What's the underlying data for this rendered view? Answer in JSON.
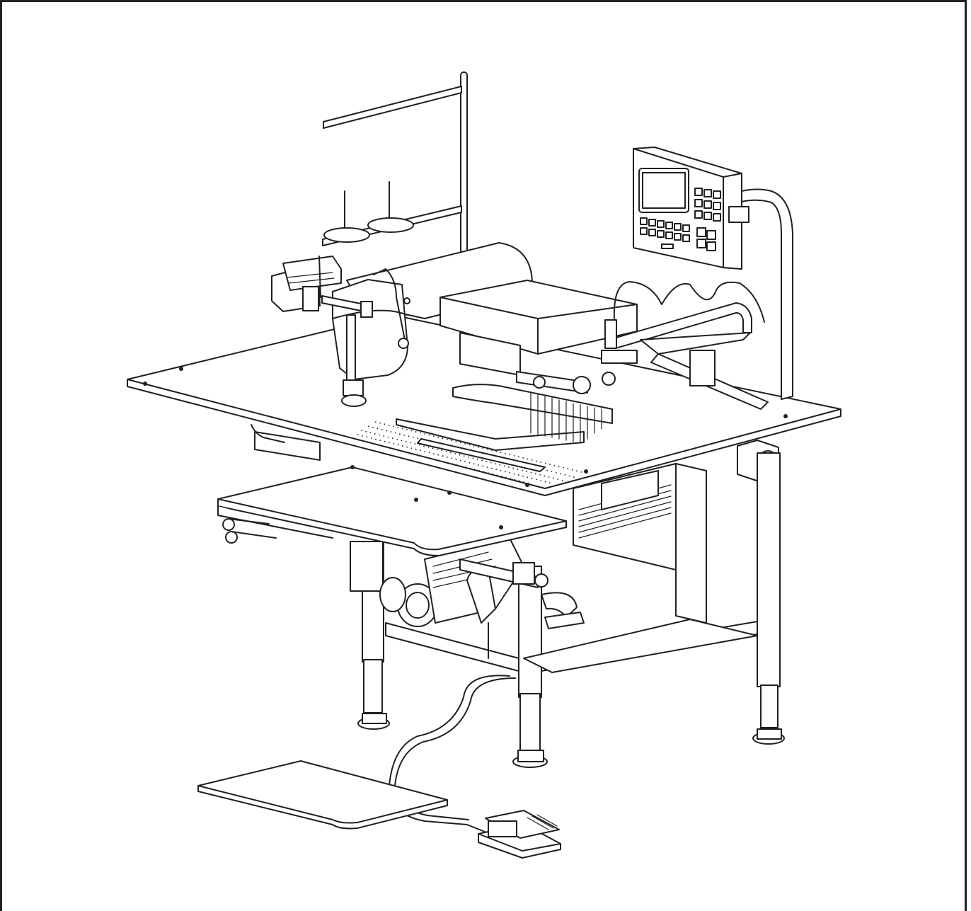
{
  "figure": {
    "kind": "technical line drawing",
    "colors": {
      "line": "#231f20",
      "background": "#ffffff"
    },
    "parts": [
      "thread-stand",
      "spool-discs",
      "control-panel",
      "sewing-head",
      "clamp-unit",
      "table-top",
      "side-table",
      "motor",
      "stand-legs",
      "foot-plate",
      "foot-pedal",
      "main-switch"
    ]
  }
}
